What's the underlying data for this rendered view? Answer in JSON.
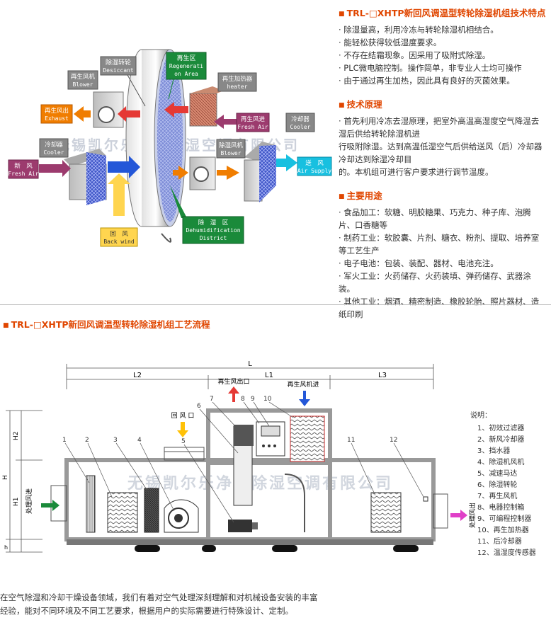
{
  "features": {
    "title": "TRL-□XHTP新回风调温型转轮除湿机组技术特点",
    "items": [
      "· 除湿量高，利用冷冻与转轮除湿机相结合。",
      "· 能轻松获得较低湿度要求。",
      "· 不存在结霜现象。因采用了吸附式除湿。",
      "· PLC微电脑控制。操作简单，非专业人士均可操作",
      "· 由于通过再生加热，因此具有良好的灭菌效果。"
    ]
  },
  "principle": {
    "title": "技术原理",
    "lines": [
      "· 首先利用冷冻去湿原理，把室外高温高湿度空气降温去",
      "湿后供给转轮除湿机进",
      "行吸附除湿。达到高温低湿空气后供给送风（后）冷却器",
      "冷却达到除湿冷却目",
      "的。本机组可进行客户要求进行调节温度。"
    ]
  },
  "uses": {
    "title": "主要用途",
    "lines": [
      "· 食品加工：软糖、明胶糖果、巧克力、种子库、泡腾",
      "片、口香糖等",
      "· 制药工业：软胶囊、片剂、糖衣、粉剂、提取、培养室",
      "等工艺生产",
      "· 电子电池：包装、装配、器材、电池充注。",
      "· 军火工业：火药储存、火药装填、弹药储存、武器涂",
      "装。",
      "· 其他工业：烟酒、精密制造、橡胶轮胎、照片器材、造",
      "纸印刷"
    ]
  },
  "diagram_top": {
    "watermark": "无锡凯尔乐净化除湿空调有限公司",
    "labels": {
      "desiccant": [
        "除湿转轮",
        "Desiccant"
      ],
      "regen_area": [
        "再生区",
        "Regenerati",
        "on Area"
      ],
      "regen_blower": [
        "再生风机",
        "Blower"
      ],
      "regen_heater": [
        "再生加热器",
        "heater"
      ],
      "exhaust": [
        "再生风出",
        "Exhaust"
      ],
      "regen_fresh": [
        "再生风进",
        "Fresh Air"
      ],
      "precooler": [
        "冷却器",
        "Cooler"
      ],
      "dehum_blower": [
        "除湿风机",
        "Blower"
      ],
      "aftercooler": [
        "冷却器",
        "Cooler"
      ],
      "fresh_air": [
        "新　风",
        "Fresh Air"
      ],
      "supply": [
        "送　风",
        "Air Supply"
      ],
      "back_wind": [
        "回　风",
        "Back wind"
      ],
      "dehum_district": [
        "除　湿　区",
        "Dehumidification",
        "District"
      ]
    },
    "colors": {
      "orange": "#f07d00",
      "red": "#e53935",
      "green": "#1a8a3a",
      "purple": "#9c3b6e",
      "yellow": "#ffd54f",
      "blue": "#2457d8",
      "cyan": "#18c0e0"
    }
  },
  "process": {
    "title": "TRL-□XHTP新回风调温型转轮除湿机组工艺流程",
    "dims": [
      "L",
      "L2",
      "L1",
      "L3",
      "H",
      "H1",
      "H2",
      "h"
    ],
    "top_labels": {
      "regen_out": "再生风出口",
      "regen_in": "再生风机进",
      "return_air": "回 风 口",
      "inlet": "处理风进",
      "outlet": "处理风出"
    },
    "numbers": [
      "1",
      "2",
      "3",
      "4",
      "5",
      "6",
      "7",
      "8",
      "9",
      "10",
      "11",
      "12"
    ],
    "legend_title": "说明：",
    "legend": [
      "1、初效过滤器",
      "2、新风冷却器",
      "3、挡水器",
      "4、除湿机风机",
      "5、减速马达",
      "6、除湿转轮",
      "7、再生风机",
      "8、电器控制箱",
      "9、可编程控制器",
      "10、再生加热器",
      "11、后冷却器",
      "12、温湿度传感器"
    ],
    "watermark": "无锡凯尔乐净化除湿空调有限公司"
  },
  "footer": {
    "lines": [
      "在空气除湿和冷却干燥设备领域，我们有着对空气处理深刻理解和对机械设备安装的丰富",
      "经验，能对不同环境及不同工艺要求，根据用户的实际需要进行特殊设计、定制。"
    ]
  }
}
